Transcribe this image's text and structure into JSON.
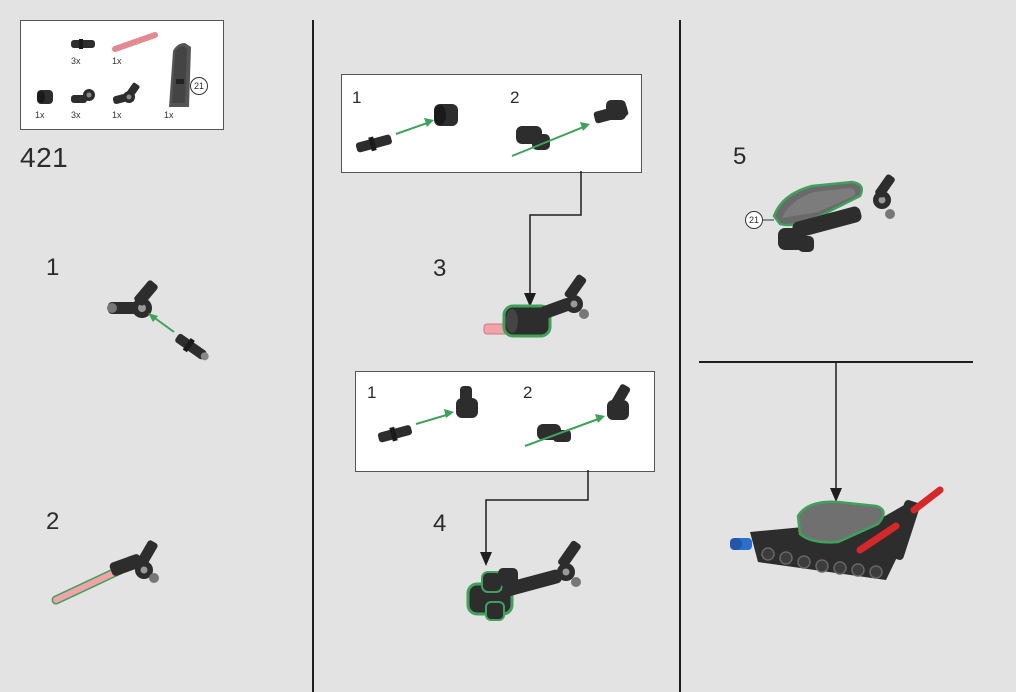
{
  "page_number": "421",
  "parts_list": [
    {
      "qty": "3x",
      "icon": "connector-pin-icon"
    },
    {
      "qty": "1x",
      "icon": "pink-axle-icon"
    },
    {
      "qty": "1x",
      "icon": "bushing-icon"
    },
    {
      "qty": "3x",
      "icon": "axle-pin-connector-icon"
    },
    {
      "qty": "1x",
      "icon": "angle-connector-icon"
    },
    {
      "qty": "1x",
      "icon": "grey-panel-icon"
    }
  ],
  "sticker_ref": "21",
  "steps": [
    {
      "number": "1"
    },
    {
      "number": "2"
    },
    {
      "number": "3",
      "substeps": [
        "1",
        "2"
      ]
    },
    {
      "number": "4",
      "substeps": [
        "1",
        "2"
      ]
    },
    {
      "number": "5",
      "sticker_ref": "21"
    }
  ],
  "colors": {
    "background": "#e3e3e3",
    "part_dark": "#2d2d2d",
    "part_grey": "#8a8a8a",
    "highlight_green": "#3fa25a",
    "pink": "#f0a3a8",
    "red": "#d62828",
    "blue": "#2a6fd0"
  }
}
